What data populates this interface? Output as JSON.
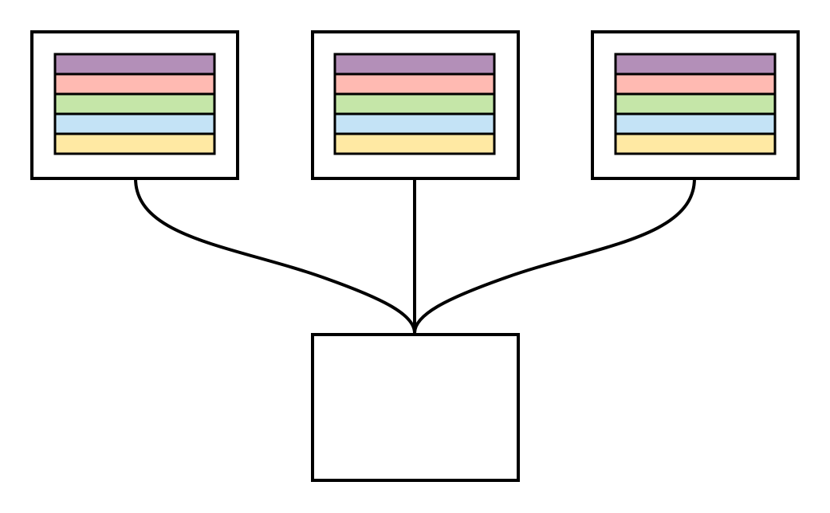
{
  "diagram": {
    "source_nodes": [
      {
        "id": "node-left",
        "bands": [
          {
            "color": "#b38fb8"
          },
          {
            "color": "#ffbab2"
          },
          {
            "color": "#c5e6a8"
          },
          {
            "color": "#c4e3f6"
          },
          {
            "color": "#ffe9a3"
          }
        ]
      },
      {
        "id": "node-center",
        "bands": [
          {
            "color": "#b38fb8"
          },
          {
            "color": "#ffbab2"
          },
          {
            "color": "#c5e6a8"
          },
          {
            "color": "#c4e3f6"
          },
          {
            "color": "#ffe9a3"
          }
        ]
      },
      {
        "id": "node-right",
        "bands": [
          {
            "color": "#b38fb8"
          },
          {
            "color": "#ffbab2"
          },
          {
            "color": "#c5e6a8"
          },
          {
            "color": "#c4e3f6"
          },
          {
            "color": "#ffe9a3"
          }
        ]
      }
    ],
    "target_node": {
      "id": "node-target"
    },
    "connections": [
      {
        "from": "node-left",
        "to": "node-target"
      },
      {
        "from": "node-center",
        "to": "node-target"
      },
      {
        "from": "node-right",
        "to": "node-target"
      }
    ],
    "stroke_color": "#000000",
    "background_color": "#ffffff"
  }
}
